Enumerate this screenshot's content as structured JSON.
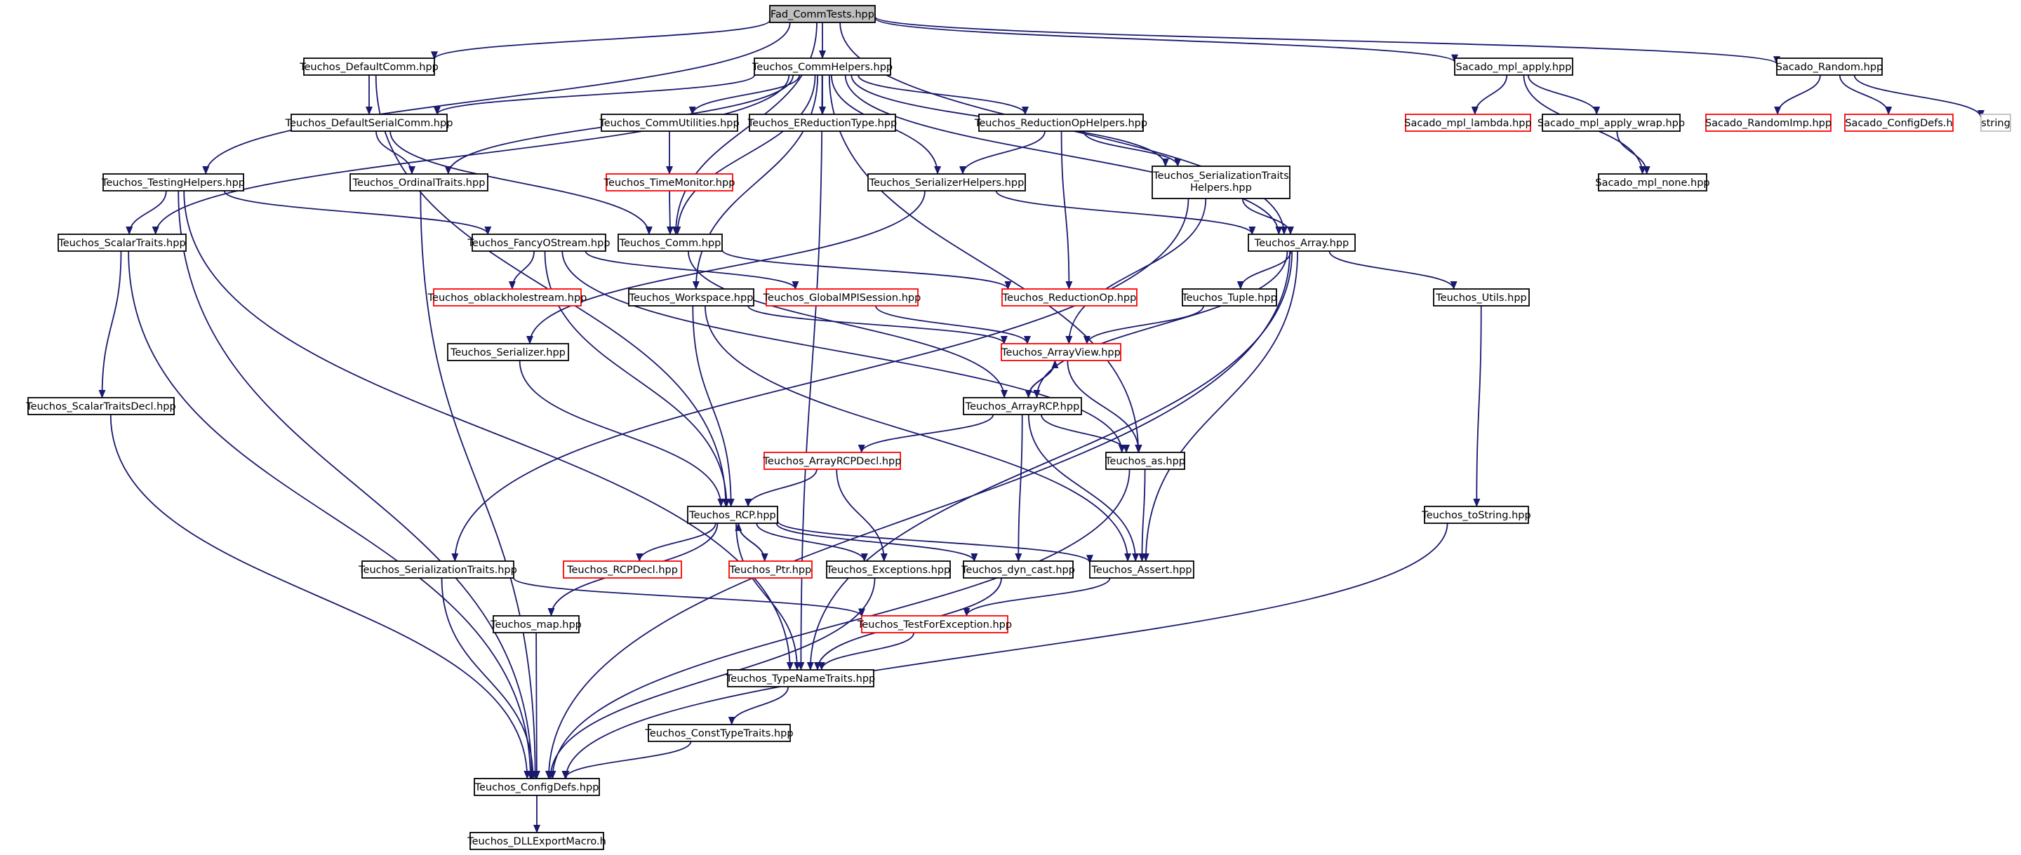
{
  "nodes": [
    {
      "id": "root",
      "label": "Fad_CommTests.hpp",
      "style": "root"
    },
    {
      "id": "defaultcomm",
      "label": "Teuchos_DefaultComm.hpp",
      "style": "normal"
    },
    {
      "id": "commhelpers",
      "label": "Teuchos_CommHelpers.hpp",
      "style": "normal"
    },
    {
      "id": "mplapply",
      "label": "Sacado_mpl_apply.hpp",
      "style": "normal"
    },
    {
      "id": "sacrandom",
      "label": "Sacado_Random.hpp",
      "style": "normal"
    },
    {
      "id": "defserial",
      "label": "Teuchos_DefaultSerialComm.hpp",
      "style": "normal"
    },
    {
      "id": "commutil",
      "label": "Teuchos_CommUtilities.hpp",
      "style": "normal"
    },
    {
      "id": "ereduction",
      "label": "Teuchos_EReductionType.hpp",
      "style": "normal"
    },
    {
      "id": "redophelpers",
      "label": "Teuchos_ReductionOpHelpers.hpp",
      "style": "normal"
    },
    {
      "id": "mpllambda",
      "label": "Sacado_mpl_lambda.hpp",
      "style": "red"
    },
    {
      "id": "mplwrap",
      "label": "Sacado_mpl_apply_wrap.hpp",
      "style": "normal"
    },
    {
      "id": "randomimp",
      "label": "Sacado_RandomImp.hpp",
      "style": "red"
    },
    {
      "id": "sacconfig",
      "label": "Sacado_ConfigDefs.h",
      "style": "red"
    },
    {
      "id": "string",
      "label": "string",
      "style": "gray"
    },
    {
      "id": "timemon",
      "label": "Teuchos_TimeMonitor.hpp",
      "style": "red"
    },
    {
      "id": "ordinal",
      "label": "Teuchos_OrdinalTraits.hpp",
      "style": "normal"
    },
    {
      "id": "serhelpers",
      "label": "Teuchos_SerializerHelpers.hpp",
      "style": "normal"
    },
    {
      "id": "sertraitshelp",
      "label": "Teuchos_SerializationTraits Helpers.hpp",
      "style": "normal"
    },
    {
      "id": "mplnone",
      "label": "Sacado_mpl_none.hpp",
      "style": "normal"
    },
    {
      "id": "testing",
      "label": "Teuchos_TestingHelpers.hpp",
      "style": "normal"
    },
    {
      "id": "scalar",
      "label": "Teuchos_ScalarTraits.hpp",
      "style": "normal"
    },
    {
      "id": "fancy",
      "label": "Teuchos_FancyOStream.hpp",
      "style": "normal"
    },
    {
      "id": "comm",
      "label": "Teuchos_Comm.hpp",
      "style": "normal"
    },
    {
      "id": "array",
      "label": "Teuchos_Array.hpp",
      "style": "normal"
    },
    {
      "id": "oblack",
      "label": "Teuchos_oblackholestream.hpp",
      "style": "red"
    },
    {
      "id": "workspace",
      "label": "Teuchos_Workspace.hpp",
      "style": "normal"
    },
    {
      "id": "globalmpi",
      "label": "Teuchos_GlobalMPISession.hpp",
      "style": "red"
    },
    {
      "id": "redop",
      "label": "Teuchos_ReductionOp.hpp",
      "style": "red"
    },
    {
      "id": "tuple",
      "label": "Teuchos_Tuple.hpp",
      "style": "normal"
    },
    {
      "id": "utils",
      "label": "Teuchos_Utils.hpp",
      "style": "normal"
    },
    {
      "id": "serializer",
      "label": "Teuchos_Serializer.hpp",
      "style": "normal"
    },
    {
      "id": "arrayview",
      "label": "Teuchos_ArrayView.hpp",
      "style": "red"
    },
    {
      "id": "scalardecl",
      "label": "Teuchos_ScalarTraitsDecl.hpp",
      "style": "normal"
    },
    {
      "id": "arrayrcp",
      "label": "Teuchos_ArrayRCP.hpp",
      "style": "normal"
    },
    {
      "id": "arrayrcpdecl",
      "label": "Teuchos_ArrayRCPDecl.hpp",
      "style": "red"
    },
    {
      "id": "as",
      "label": "Teuchos_as.hpp",
      "style": "normal"
    },
    {
      "id": "rcp",
      "label": "Teuchos_RCP.hpp",
      "style": "normal"
    },
    {
      "id": "tostring",
      "label": "Teuchos_toString.hpp",
      "style": "normal"
    },
    {
      "id": "sertraits",
      "label": "Teuchos_SerializationTraits.hpp",
      "style": "normal"
    },
    {
      "id": "rcpdecl",
      "label": "Teuchos_RCPDecl.hpp",
      "style": "red"
    },
    {
      "id": "ptr",
      "label": "Teuchos_Ptr.hpp",
      "style": "red"
    },
    {
      "id": "exceptions",
      "label": "Teuchos_Exceptions.hpp",
      "style": "normal"
    },
    {
      "id": "dyncast",
      "label": "Teuchos_dyn_cast.hpp",
      "style": "normal"
    },
    {
      "id": "assert",
      "label": "Teuchos_Assert.hpp",
      "style": "normal"
    },
    {
      "id": "map",
      "label": "Teuchos_map.hpp",
      "style": "normal"
    },
    {
      "id": "testexc",
      "label": "Teuchos_TestForException.hpp",
      "style": "red"
    },
    {
      "id": "typename",
      "label": "Teuchos_TypeNameTraits.hpp",
      "style": "normal"
    },
    {
      "id": "consttype",
      "label": "Teuchos_ConstTypeTraits.hpp",
      "style": "normal"
    },
    {
      "id": "configdefs",
      "label": "Teuchos_ConfigDefs.hpp",
      "style": "normal"
    },
    {
      "id": "dllexport",
      "label": "Teuchos_DLLExportMacro.h",
      "style": "normal"
    }
  ],
  "edges": [
    [
      "root",
      "defaultcomm"
    ],
    [
      "root",
      "commhelpers"
    ],
    [
      "root",
      "mplapply"
    ],
    [
      "root",
      "sacrandom"
    ],
    [
      "root",
      "testing"
    ],
    [
      "root",
      "comm"
    ],
    [
      "root",
      "array"
    ],
    [
      "defaultcomm",
      "defserial"
    ],
    [
      "defaultcomm",
      "rcp"
    ],
    [
      "commhelpers",
      "defserial"
    ],
    [
      "commhelpers",
      "commutil"
    ],
    [
      "commhelpers",
      "ereduction"
    ],
    [
      "commhelpers",
      "redophelpers"
    ],
    [
      "commhelpers",
      "sertraitshelp"
    ],
    [
      "commhelpers",
      "serhelpers"
    ],
    [
      "commhelpers",
      "ordinal"
    ],
    [
      "commhelpers",
      "comm"
    ],
    [
      "commhelpers",
      "array"
    ],
    [
      "commhelpers",
      "scalar"
    ],
    [
      "commhelpers",
      "workspace"
    ],
    [
      "commhelpers",
      "typename"
    ],
    [
      "commhelpers",
      "as"
    ],
    [
      "mplapply",
      "mpllambda"
    ],
    [
      "mplapply",
      "mplwrap"
    ],
    [
      "mplapply",
      "mplnone"
    ],
    [
      "sacrandom",
      "randomimp"
    ],
    [
      "sacrandom",
      "sacconfig"
    ],
    [
      "sacrandom",
      "string"
    ],
    [
      "defserial",
      "ordinal"
    ],
    [
      "defserial",
      "comm"
    ],
    [
      "commutil",
      "timemon"
    ],
    [
      "timemon",
      "comm"
    ],
    [
      "redophelpers",
      "serhelpers"
    ],
    [
      "redophelpers",
      "sertraitshelp"
    ],
    [
      "redophelpers",
      "redop"
    ],
    [
      "mplwrap",
      "mplnone"
    ],
    [
      "ordinal",
      "configdefs"
    ],
    [
      "serhelpers",
      "array"
    ],
    [
      "serhelpers",
      "serializer"
    ],
    [
      "sertraitshelp",
      "array"
    ],
    [
      "sertraitshelp",
      "arrayview"
    ],
    [
      "sertraitshelp",
      "sertraits"
    ],
    [
      "testing",
      "scalar"
    ],
    [
      "testing",
      "fancy"
    ],
    [
      "testing",
      "configdefs"
    ],
    [
      "testing",
      "typename"
    ],
    [
      "scalar",
      "scalardecl"
    ],
    [
      "scalar",
      "configdefs"
    ],
    [
      "fancy",
      "oblack"
    ],
    [
      "fancy",
      "globalmpi"
    ],
    [
      "fancy",
      "rcp"
    ],
    [
      "fancy",
      "as"
    ],
    [
      "comm",
      "redop"
    ],
    [
      "comm",
      "arrayrcp"
    ],
    [
      "array",
      "tuple"
    ],
    [
      "array",
      "utils"
    ],
    [
      "array",
      "arrayrcp"
    ],
    [
      "array",
      "assert"
    ],
    [
      "array",
      "typename"
    ],
    [
      "array",
      "configdefs"
    ],
    [
      "workspace",
      "arrayview"
    ],
    [
      "workspace",
      "rcp"
    ],
    [
      "workspace",
      "assert"
    ],
    [
      "globalmpi",
      "arrayview"
    ],
    [
      "tuple",
      "arrayview"
    ],
    [
      "utils",
      "tostring"
    ],
    [
      "serializer",
      "rcp"
    ],
    [
      "arrayview",
      "arrayrcp"
    ],
    [
      "arrayview",
      "as"
    ],
    [
      "scalardecl",
      "configdefs"
    ],
    [
      "arrayrcp",
      "arrayview"
    ],
    [
      "arrayrcp",
      "arrayrcpdecl"
    ],
    [
      "arrayrcp",
      "as"
    ],
    [
      "arrayrcp",
      "dyncast"
    ],
    [
      "arrayrcp",
      "assert"
    ],
    [
      "arrayrcpdecl",
      "rcp"
    ],
    [
      "arrayrcpdecl",
      "exceptions"
    ],
    [
      "as",
      "assert"
    ],
    [
      "as",
      "configdefs"
    ],
    [
      "rcp",
      "rcpdecl"
    ],
    [
      "rcp",
      "ptr"
    ],
    [
      "rcp",
      "exceptions"
    ],
    [
      "rcp",
      "dyncast"
    ],
    [
      "rcp",
      "assert"
    ],
    [
      "rcp",
      "map"
    ],
    [
      "rcp",
      "typename"
    ],
    [
      "ptr",
      "rcp"
    ],
    [
      "tostring",
      "configdefs"
    ],
    [
      "sertraits",
      "testexc"
    ],
    [
      "sertraits",
      "configdefs"
    ],
    [
      "exceptions",
      "configdefs"
    ],
    [
      "dyncast",
      "typename"
    ],
    [
      "assert",
      "testexc"
    ],
    [
      "map",
      "configdefs"
    ],
    [
      "testexc",
      "typename"
    ],
    [
      "typename",
      "consttype"
    ],
    [
      "consttype",
      "configdefs"
    ],
    [
      "configdefs",
      "dllexport"
    ]
  ],
  "colors": {
    "edge": "#191970",
    "normal_border": "#000000",
    "red_border": "#ff0000",
    "gray_border": "#bfbfbf",
    "root_fill": "#bfbfbf",
    "fill": "#ffffff"
  }
}
